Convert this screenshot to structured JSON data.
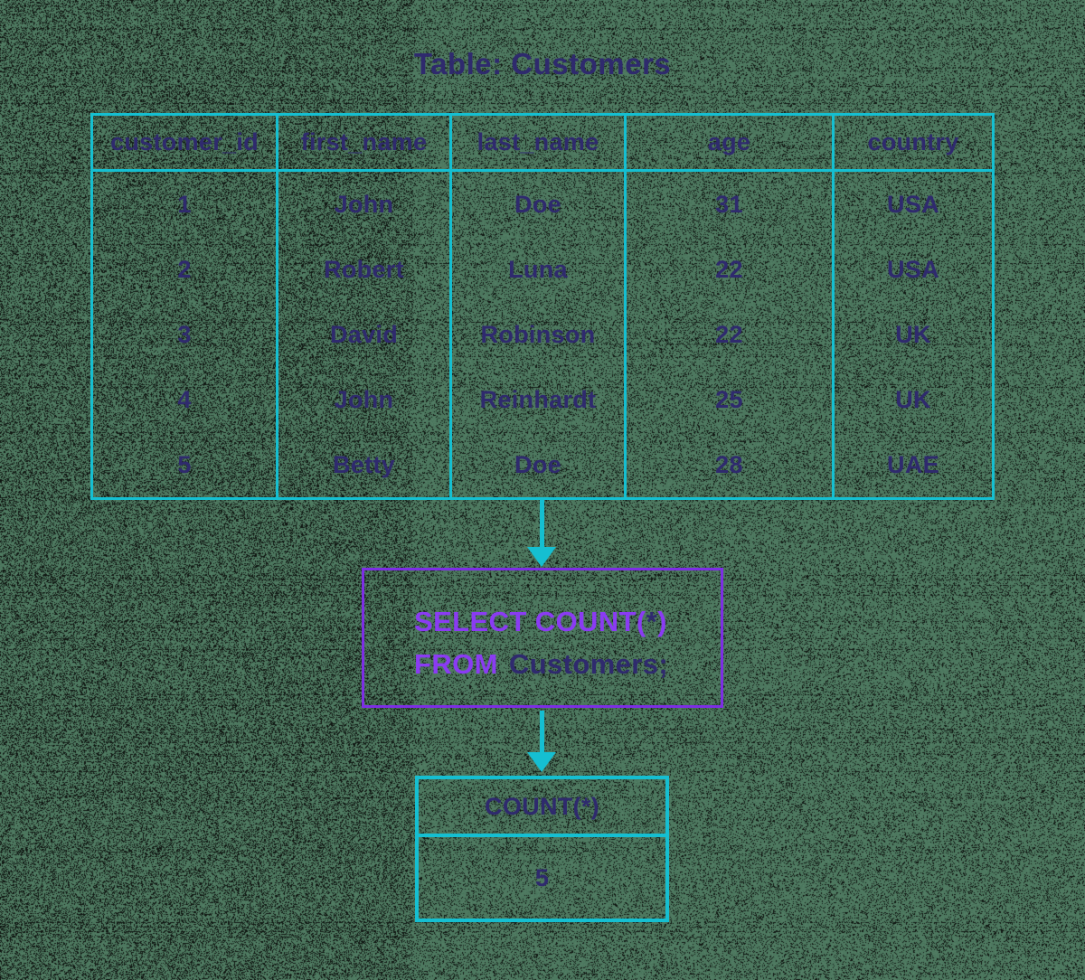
{
  "page": {
    "title": "Table: Customers"
  },
  "customers_table": {
    "columns": [
      "customer_id",
      "first_name",
      "last_name",
      "age",
      "country"
    ],
    "rows": [
      [
        "1",
        "John",
        "Doe",
        "31",
        "USA"
      ],
      [
        "2",
        "Robert",
        "Luna",
        "22",
        "USA"
      ],
      [
        "3",
        "David",
        "Robinson",
        "22",
        "UK"
      ],
      [
        "4",
        "John",
        "Reinhardt",
        "25",
        "UK"
      ],
      [
        "5",
        "Betty",
        "Doe",
        "28",
        "UAE"
      ]
    ]
  },
  "query": {
    "select_keyword": "SELECT COUNT(",
    "star": "*",
    "close_paren": ")",
    "from_keyword": "FROM",
    "table_name": "Customers;"
  },
  "result_table": {
    "header": "COUNT(*)",
    "value": "5"
  },
  "colors": {
    "border_cyan": "#15bfd1",
    "text_navy": "#2f2a6e",
    "query_purple": "#8a3bf3",
    "box_purple": "#7d2ee4",
    "background_green": "#4e7960",
    "noise_dark": "#101612"
  }
}
